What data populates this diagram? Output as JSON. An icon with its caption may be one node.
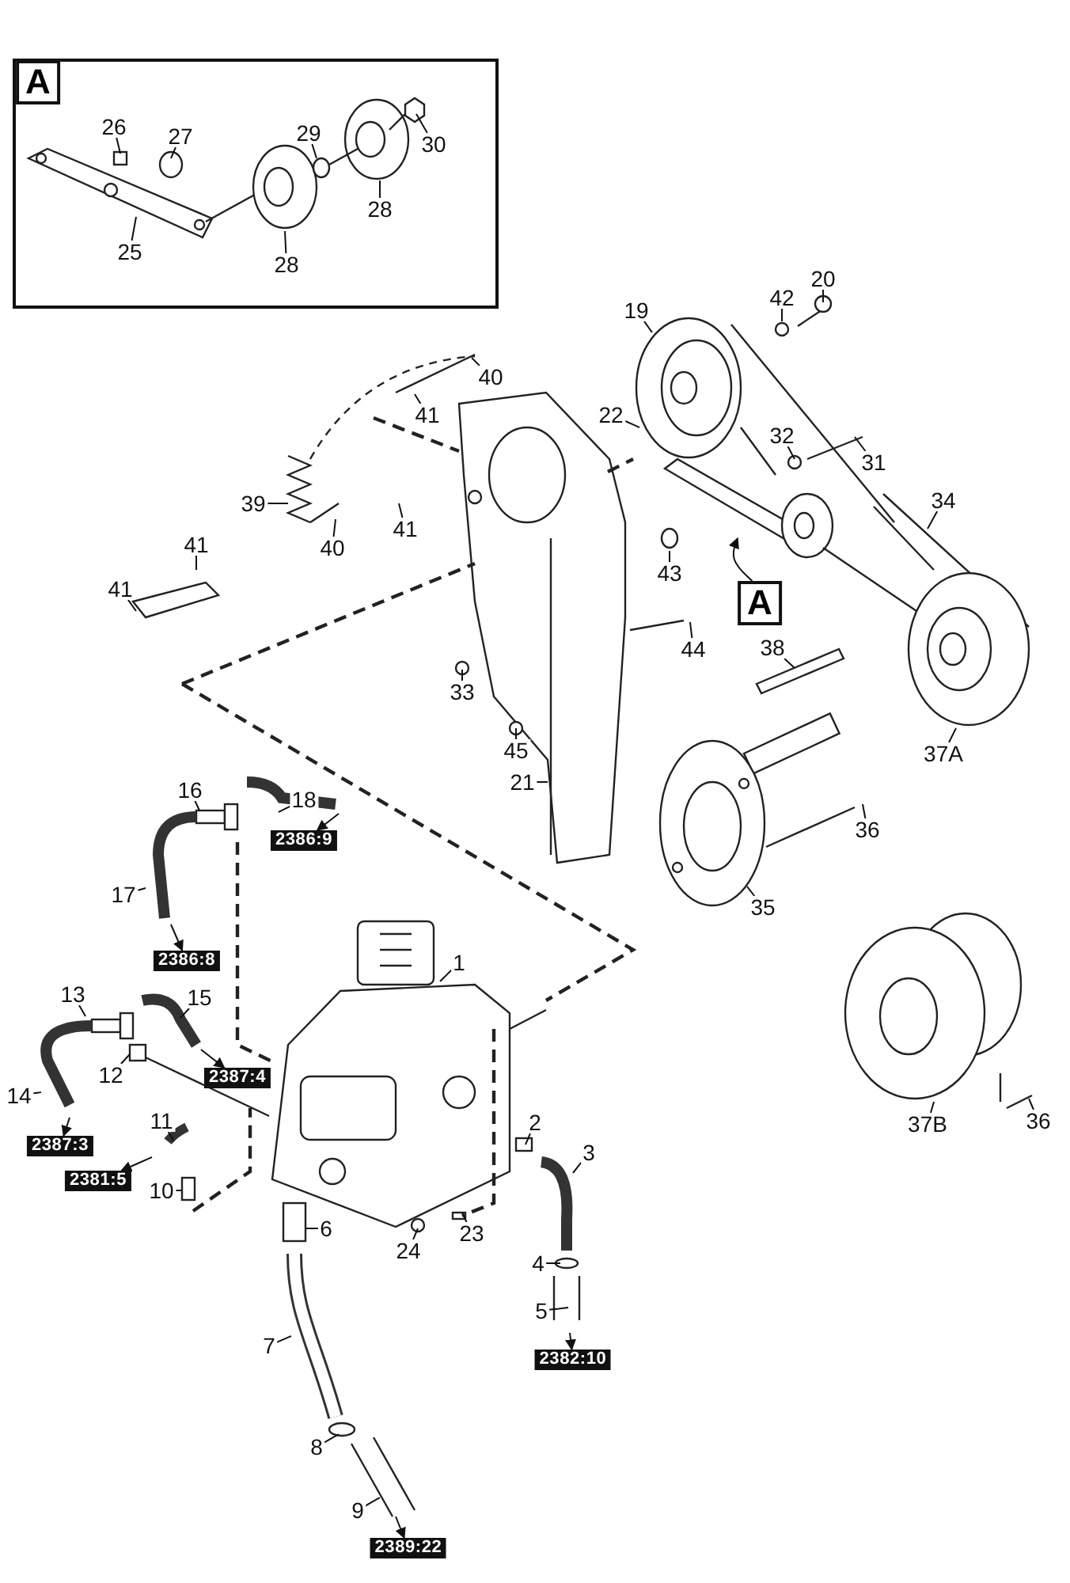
{
  "diagram": {
    "nodes": [
      {
        "text": [],
        "shape": "box"
      },
      {
        "text": [
          "A"
        ],
        "in": 0
      },
      {
        "text": [
          "26"
        ],
        "in": 0
      },
      {
        "text": [
          "27"
        ],
        "in": 0
      },
      {
        "text": [
          "29"
        ],
        "in": 0
      },
      {
        "text": [
          "30"
        ],
        "in": 0
      },
      {
        "text": [
          "28"
        ],
        "in": 0
      },
      {
        "text": [
          "25"
        ],
        "in": 0
      },
      {
        "text": [
          "28"
        ],
        "in": 0
      },
      {
        "text": [
          "19"
        ]
      },
      {
        "text": [
          "42"
        ]
      },
      {
        "text": [
          "20"
        ]
      },
      {
        "text": [
          "40"
        ]
      },
      {
        "text": [
          "41"
        ]
      },
      {
        "text": [
          "22"
        ]
      },
      {
        "text": [
          "32"
        ]
      },
      {
        "text": [
          "31"
        ]
      },
      {
        "text": [
          "39"
        ]
      },
      {
        "text": [
          "34"
        ]
      },
      {
        "text": [
          "41"
        ]
      },
      {
        "text": [
          "40"
        ]
      },
      {
        "text": [
          "41"
        ]
      },
      {
        "text": [
          "43"
        ]
      },
      {
        "text": [
          "A"
        ]
      },
      {
        "text": [
          "41"
        ]
      },
      {
        "text": [
          "44"
        ]
      },
      {
        "text": [
          "38"
        ]
      },
      {
        "text": [
          "33"
        ]
      },
      {
        "text": [
          "45"
        ]
      },
      {
        "text": [
          "21"
        ]
      },
      {
        "text": [
          "37A"
        ]
      },
      {
        "text": [
          "16"
        ]
      },
      {
        "text": [
          "18"
        ]
      },
      {
        "text": [
          "2386:9"
        ]
      },
      {
        "text": [
          "36"
        ]
      },
      {
        "text": [
          "17"
        ]
      },
      {
        "text": [
          "35"
        ]
      },
      {
        "text": [
          "2386:8"
        ]
      },
      {
        "text": [
          "1"
        ]
      },
      {
        "text": [
          "13"
        ]
      },
      {
        "text": [
          "15"
        ]
      },
      {
        "text": [
          "2387:4"
        ]
      },
      {
        "text": [
          "12"
        ]
      },
      {
        "text": [
          "14"
        ]
      },
      {
        "text": [
          "37B"
        ]
      },
      {
        "text": [
          "36"
        ]
      },
      {
        "text": [
          "11"
        ]
      },
      {
        "text": [
          "2"
        ]
      },
      {
        "text": [
          "2387:3"
        ]
      },
      {
        "text": [
          "3"
        ]
      },
      {
        "text": [
          "2381:5"
        ]
      },
      {
        "text": [
          "10"
        ]
      },
      {
        "text": [
          "6"
        ]
      },
      {
        "text": [
          "23"
        ]
      },
      {
        "text": [
          "24"
        ]
      },
      {
        "text": [
          "4"
        ]
      },
      {
        "text": [
          "5"
        ]
      },
      {
        "text": [
          "2382:10"
        ]
      },
      {
        "text": [
          "7"
        ]
      },
      {
        "text": [
          "8"
        ]
      },
      {
        "text": [
          "9"
        ]
      },
      {
        "text": [
          "2389:22"
        ]
      }
    ],
    "edges": [
      {
        "from": 2,
        "to": null,
        "arrow": "none"
      },
      {
        "from": 3,
        "to": null,
        "arrow": "none"
      },
      {
        "from": 4,
        "to": null,
        "arrow": "none"
      },
      {
        "from": 5,
        "to": null,
        "arrow": "none"
      },
      {
        "from": 6,
        "to": null,
        "arrow": "none"
      },
      {
        "from": 7,
        "to": null,
        "arrow": "none"
      },
      {
        "from": 8,
        "to": null,
        "arrow": "none"
      },
      {
        "from": 9,
        "to": null,
        "arrow": "none"
      },
      {
        "from": 10,
        "to": null,
        "arrow": "none"
      },
      {
        "from": 11,
        "to": null,
        "arrow": "none"
      },
      {
        "from": 12,
        "to": null,
        "arrow": "none"
      },
      {
        "from": 13,
        "to": null,
        "arrow": "none"
      },
      {
        "from": 14,
        "to": null,
        "arrow": "none"
      },
      {
        "from": 15,
        "to": null,
        "arrow": "none"
      },
      {
        "from": 16,
        "to": null,
        "arrow": "none"
      },
      {
        "from": 17,
        "to": null,
        "arrow": "none"
      },
      {
        "from": 18,
        "to": null,
        "arrow": "none"
      },
      {
        "from": 19,
        "to": null,
        "arrow": "none"
      },
      {
        "from": 20,
        "to": null,
        "arrow": "none"
      },
      {
        "from": 21,
        "to": null,
        "arrow": "none"
      },
      {
        "from": 22,
        "to": null,
        "arrow": "none"
      },
      {
        "from": 23,
        "to": null,
        "arrow": "to"
      },
      {
        "from": 24,
        "to": null,
        "arrow": "none"
      },
      {
        "from": 25,
        "to": null,
        "arrow": "none"
      },
      {
        "from": 26,
        "to": null,
        "arrow": "none"
      },
      {
        "from": 27,
        "to": null,
        "arrow": "none"
      },
      {
        "from": 28,
        "to": null,
        "arrow": "none"
      },
      {
        "from": 29,
        "to": null,
        "arrow": "none"
      },
      {
        "from": 30,
        "to": null,
        "arrow": "none"
      },
      {
        "from": 31,
        "to": null,
        "arrow": "none"
      },
      {
        "from": 32,
        "to": null,
        "arrow": "none"
      },
      {
        "from": null,
        "to": 33,
        "arrow": "to"
      },
      {
        "from": 34,
        "to": null,
        "arrow": "none"
      },
      {
        "from": 35,
        "to": null,
        "arrow": "none"
      },
      {
        "from": 36,
        "to": null,
        "arrow": "none"
      },
      {
        "from": null,
        "to": 37,
        "arrow": "to"
      },
      {
        "from": 38,
        "to": null,
        "arrow": "none"
      },
      {
        "from": 39,
        "to": null,
        "arrow": "none"
      },
      {
        "from": 40,
        "to": null,
        "arrow": "none"
      },
      {
        "from": null,
        "to": 41,
        "arrow": "to"
      },
      {
        "from": 42,
        "to": null,
        "arrow": "none"
      },
      {
        "from": 43,
        "to": null,
        "arrow": "none"
      },
      {
        "from": 44,
        "to": null,
        "arrow": "none"
      },
      {
        "from": 45,
        "to": null,
        "arrow": "none"
      },
      {
        "from": 46,
        "to": null,
        "arrow": "none"
      },
      {
        "from": 47,
        "to": null,
        "arrow": "none"
      },
      {
        "from": null,
        "to": 48,
        "arrow": "to"
      },
      {
        "from": 49,
        "to": null,
        "arrow": "none"
      },
      {
        "from": null,
        "to": 50,
        "arrow": "to"
      },
      {
        "from": 51,
        "to": null,
        "arrow": "none"
      },
      {
        "from": 52,
        "to": null,
        "arrow": "none"
      },
      {
        "from": 53,
        "to": null,
        "arrow": "none"
      },
      {
        "from": 54,
        "to": null,
        "arrow": "none"
      },
      {
        "from": 55,
        "to": null,
        "arrow": "none"
      },
      {
        "from": 56,
        "to": null,
        "arrow": "none"
      },
      {
        "from": null,
        "to": 57,
        "arrow": "to"
      },
      {
        "from": 58,
        "to": null,
        "arrow": "none"
      },
      {
        "from": 59,
        "to": null,
        "arrow": "none"
      },
      {
        "from": 60,
        "to": null,
        "arrow": "none"
      },
      {
        "from": null,
        "to": 61,
        "arrow": "to"
      }
    ]
  }
}
